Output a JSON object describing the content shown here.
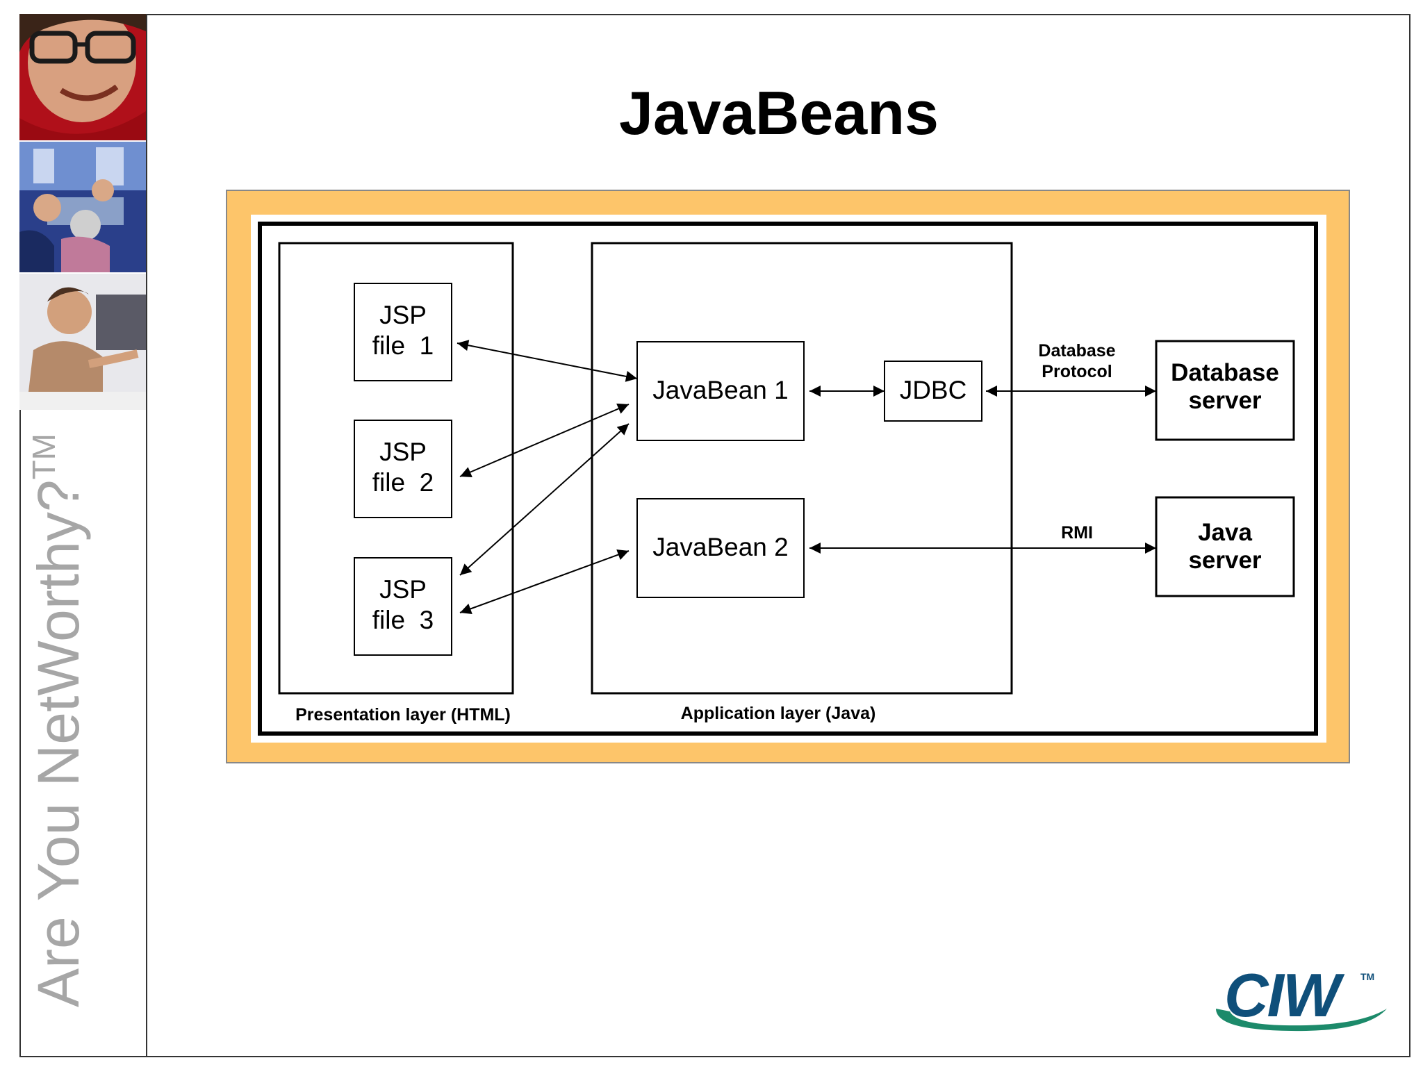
{
  "slide": {
    "title": "JavaBeans",
    "tagline": "Are You NetWorthy?",
    "tagline_mark": "TM"
  },
  "diagram": {
    "layers": {
      "presentation": "Presentation layer (HTML)",
      "application": "Application layer (Java)"
    },
    "jsp_files": [
      {
        "line1": "JSP",
        "line2": "file  1"
      },
      {
        "line1": "JSP",
        "line2": "file  2"
      },
      {
        "line1": "JSP",
        "line2": "file  3"
      }
    ],
    "beans": [
      "JavaBean 1",
      "JavaBean 2"
    ],
    "jdbc": "JDBC",
    "servers": [
      {
        "line1": "Database",
        "line2": "server"
      },
      {
        "line1": "Java",
        "line2": "server"
      }
    ],
    "protocols": {
      "database_line1": "Database",
      "database_line2": "Protocol",
      "rmi": "RMI"
    }
  },
  "logo": {
    "text": "CIW",
    "mark": "TM",
    "color": "#0f4f7a"
  },
  "colors": {
    "frame": "#fdc56a",
    "ink": "#000000",
    "tagline": "#a6a6a6"
  }
}
